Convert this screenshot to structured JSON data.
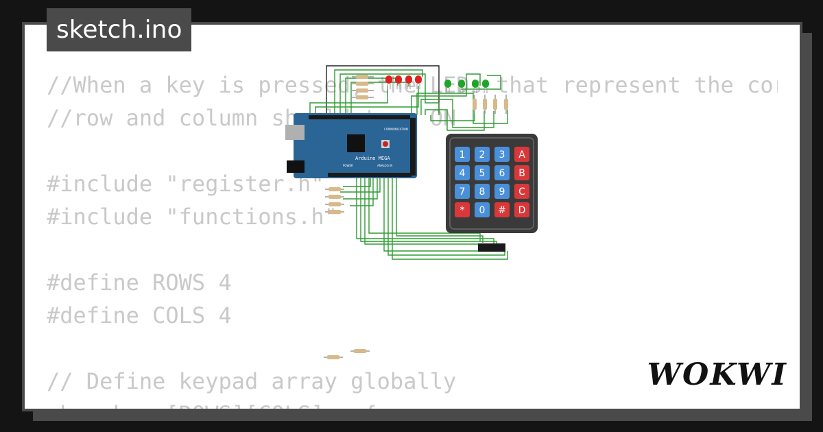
{
  "window": {
    "title": "sketch.ino"
  },
  "code_lines": [
    "//When a key is pressed, the LEDs that represent the corr",
    "//row and column should turn ON",
    "",
    "#include \"register.h\"",
    "#include \"functions.h\"",
    "",
    "#define ROWS 4",
    "#define COLS 4",
    "",
    "// Define keypad array globally",
    "char keys[ROWS][COLS] = {"
  ],
  "board": {
    "name": "Arduino MEGA",
    "communication_label": "COMMUNICATION",
    "power_label": "POWER",
    "analog_label": "ANALOG IN"
  },
  "keypad": {
    "keys": [
      [
        "1",
        "2",
        "3",
        "A"
      ],
      [
        "4",
        "5",
        "6",
        "B"
      ],
      [
        "7",
        "8",
        "9",
        "C"
      ],
      [
        "*",
        "0",
        "#",
        "D"
      ]
    ]
  },
  "leds": {
    "red_count": 4,
    "green_count": 4
  },
  "brand": "WOKWI",
  "colors": {
    "background": "#141414",
    "card": "#ffffff",
    "border": "#4a4a4a",
    "code_text": "#c9c9c9",
    "board_blue": "#2a6595",
    "wire_green": "#2e9b32",
    "key_blue": "#4a90d9",
    "key_red": "#d9383a",
    "led_red": "#e02020",
    "led_green": "#1fa52a"
  }
}
